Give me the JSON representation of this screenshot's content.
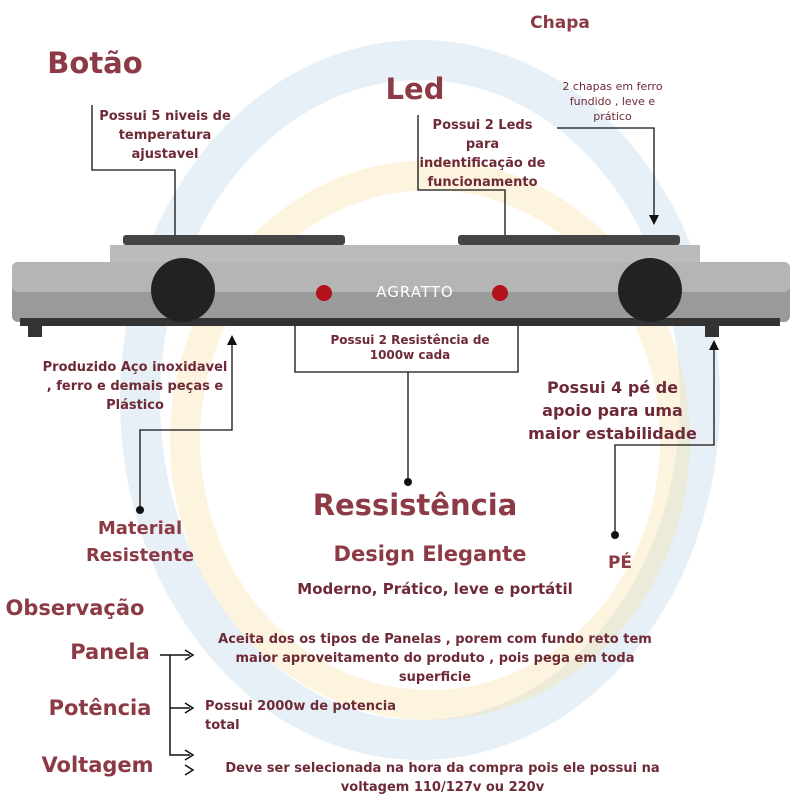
{
  "product": {
    "brand": "AGRATTO"
  },
  "labels": {
    "botao": {
      "title": "Botão",
      "desc": "Possui 5 niveis de temperatura ajustavel"
    },
    "led": {
      "title": "Led",
      "desc": "Possui 2 Leds para indentificação de funcionamento"
    },
    "chapa": {
      "title": "Chapa",
      "desc": "2 chapas em ferro fundido  , leve e prático"
    },
    "resistencia": {
      "title": "Ressistência",
      "desc": "Possui 2 Resistência de 1000w cada"
    },
    "material": {
      "title": "Material Resistente",
      "desc": "Produzido Aço inoxidavel , ferro e demais peças e  Plástico"
    },
    "pe": {
      "title": "PÉ",
      "desc": "Possui 4 pé de apoio para uma maior estabilidade"
    },
    "design": {
      "title": "Design Elegante",
      "desc": "Moderno, Prático, leve e portátil"
    }
  },
  "observacao": {
    "title": "Observação",
    "items": [
      {
        "label": "Panela",
        "desc": "Aceita dos os tipos de Panelas , porem com fundo reto tem maior aproveitamento do produto , pois pega em toda superficie"
      },
      {
        "label": "Potência",
        "desc": "Possui 2000w de potencia total"
      },
      {
        "label": "Voltagem",
        "desc": "Deve ser selecionada na hora da compra pois ele possui na voltagem 110/127v ou 220v"
      }
    ]
  }
}
